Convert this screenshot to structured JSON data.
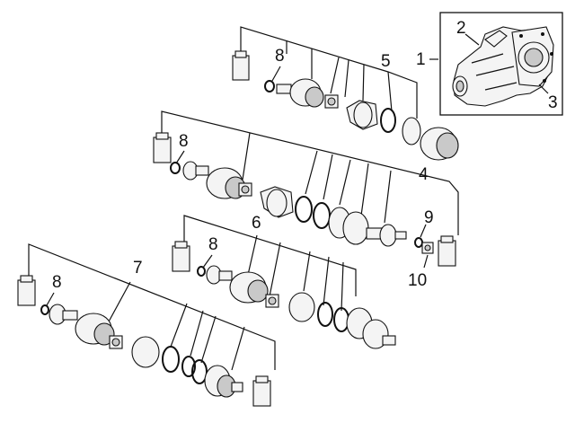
{
  "callouts": {
    "c1": "1",
    "c2": "2",
    "c3": "3",
    "c4": "4",
    "c5": "5",
    "c6": "6",
    "c7": "7",
    "c8a": "8",
    "c8b": "8",
    "c8c": "8",
    "c8d": "8",
    "c9": "9",
    "c10": "10"
  },
  "colors": {
    "line": "#111111",
    "part_fill": "#f4f4f4",
    "shade": "#c9c9c9"
  }
}
